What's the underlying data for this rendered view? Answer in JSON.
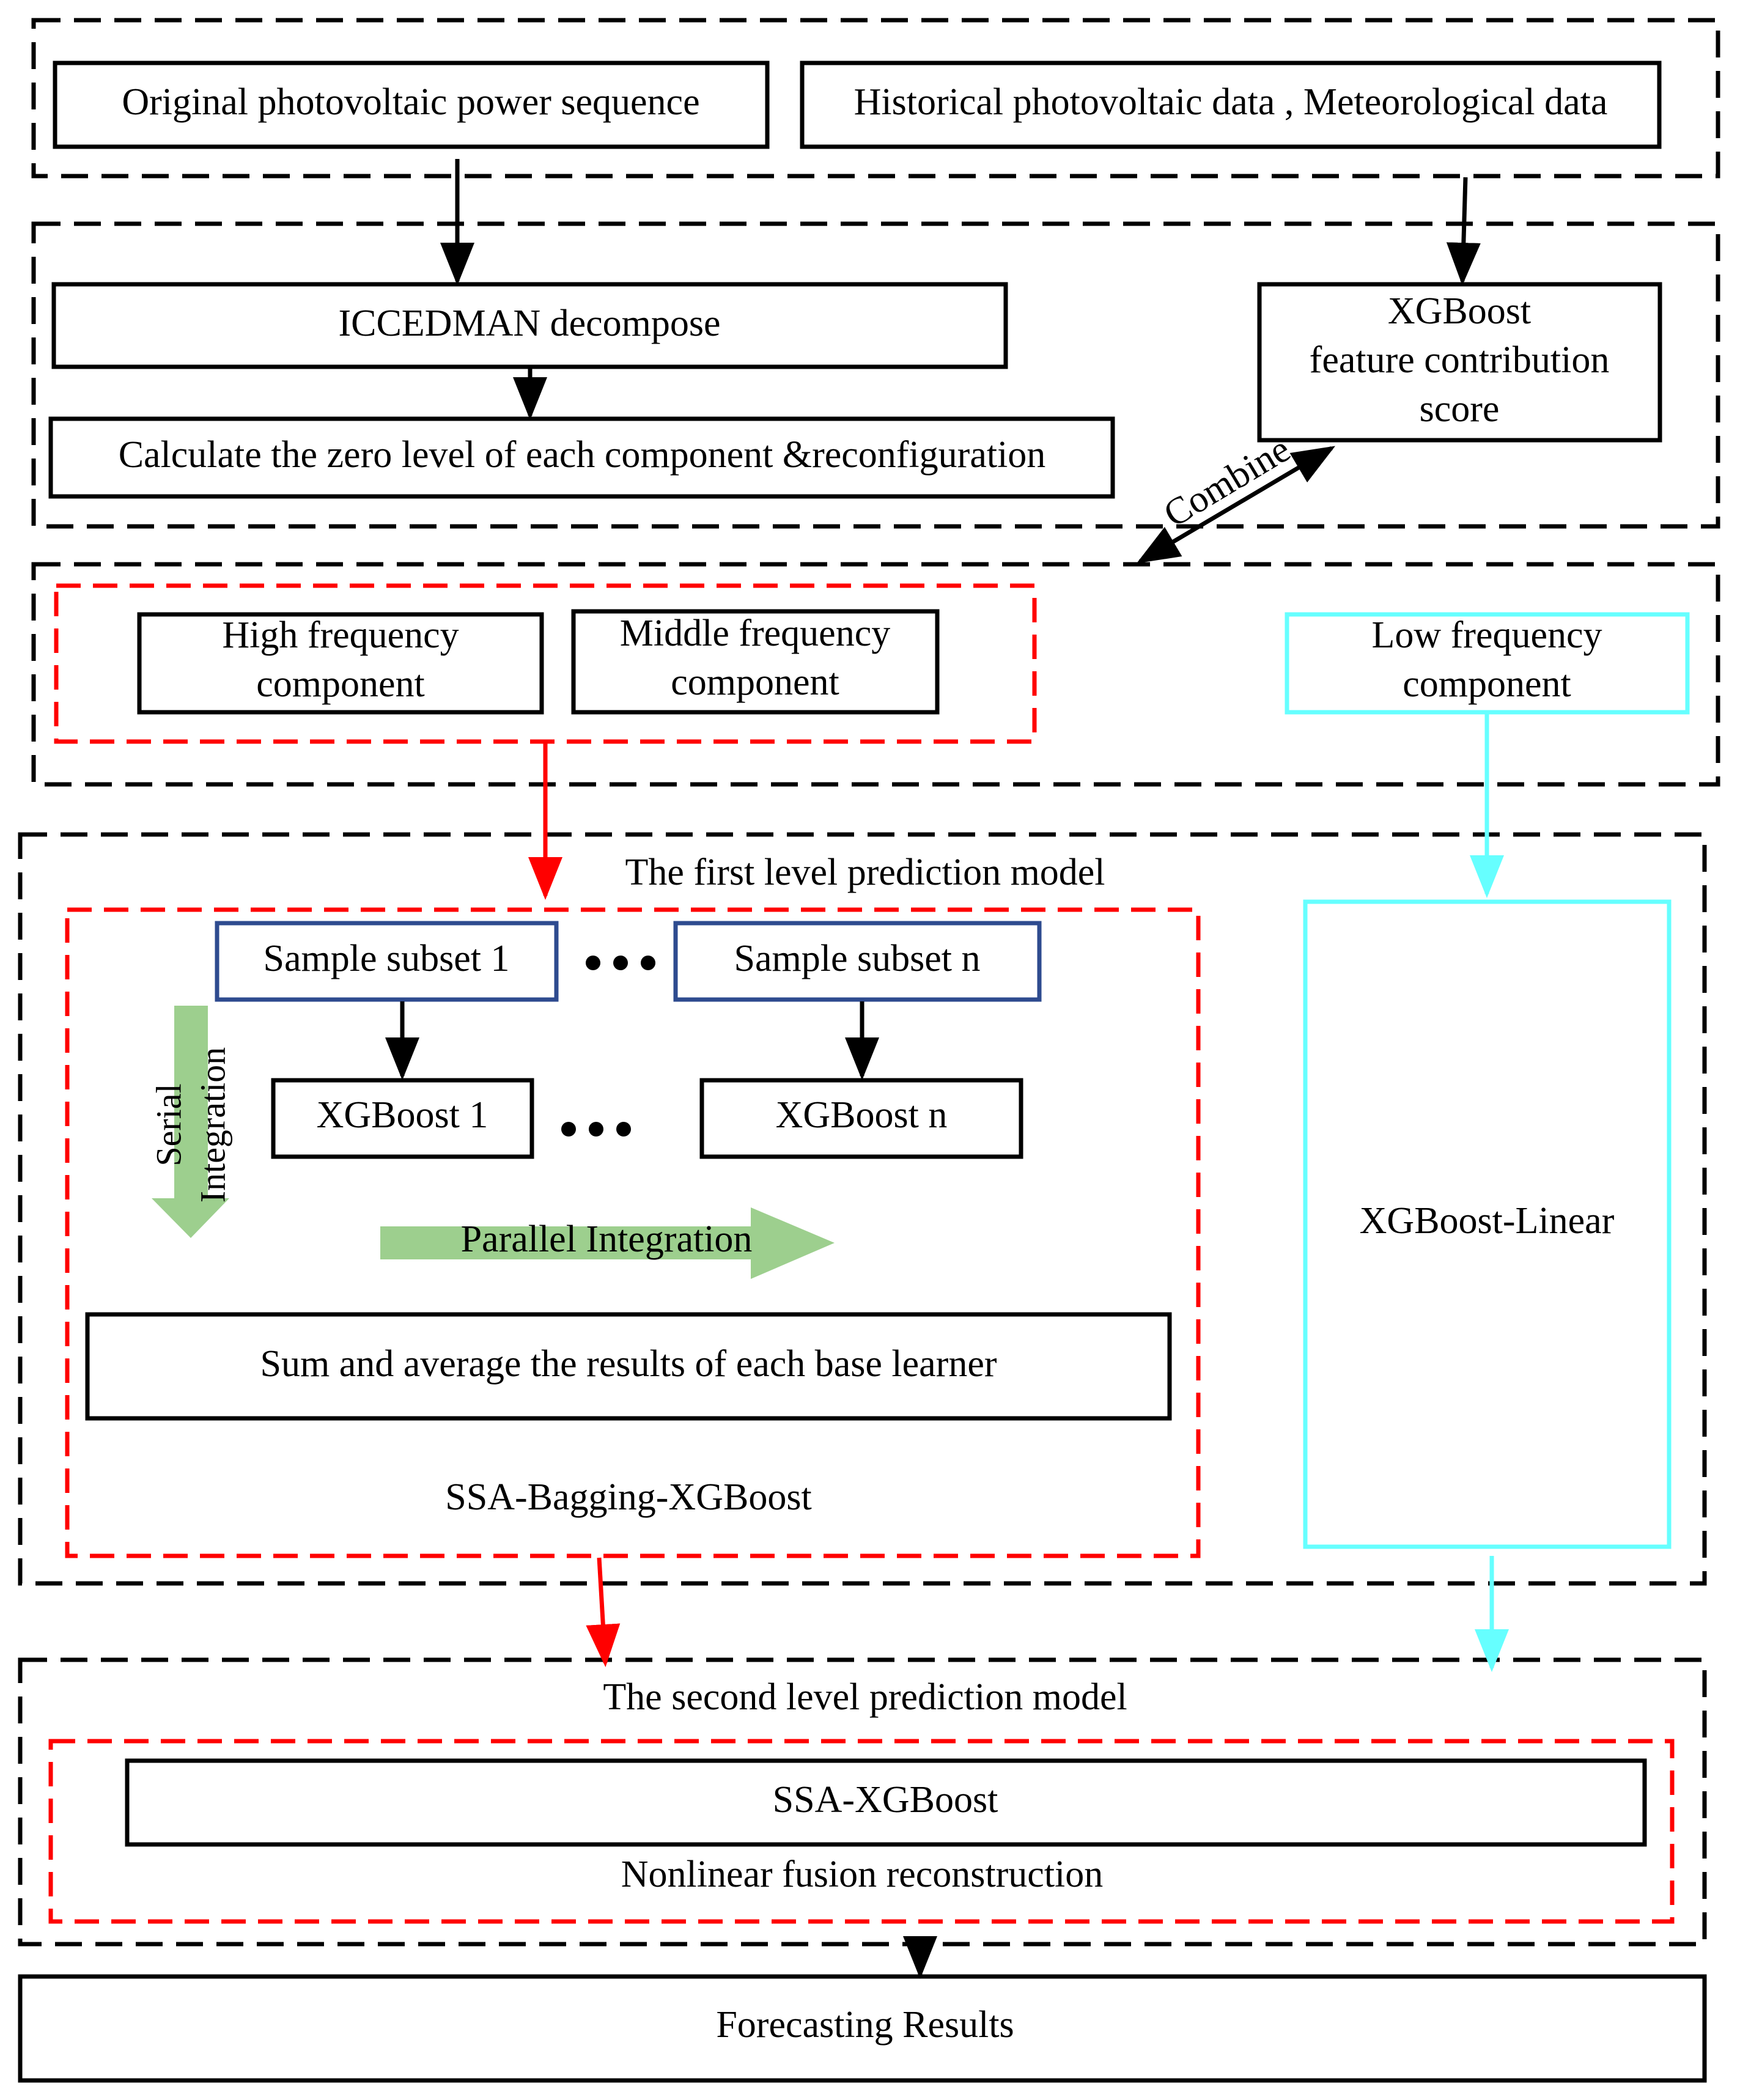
{
  "colors": {
    "black": "#000000",
    "red": "#ff0000",
    "cyan": "#66ffff",
    "navy": "#2e4b8f",
    "green": "#9dcf8e"
  },
  "inputs": {
    "original_sequence": "Original photovoltaic power sequence",
    "historical_data": "Historical photovoltaic data , Meteorological data"
  },
  "decomposition": {
    "decompose": "ICCEDMAN decompose",
    "zero_level": "Calculate the zero level of  each component &reconfiguration",
    "xgboost_line1": "XGBoost",
    "xgboost_line2": "feature contribution",
    "xgboost_line3": "score",
    "combine_label": "Combine"
  },
  "components": {
    "high_line1": "High frequency",
    "high_line2": "component",
    "middle_line1": "Middle frequency",
    "middle_line2": "component",
    "low_line1": "Low frequency",
    "low_line2": "component"
  },
  "first_level": {
    "title": "The first level prediction model",
    "subset_1": "Sample subset 1",
    "subset_n": "Sample subset n",
    "xgboost_1": "XGBoost 1",
    "xgboost_n": "XGBoost n",
    "serial_line1": "Serial",
    "serial_line2": "Integration",
    "parallel": "Parallel Integration",
    "sum_average": "Sum and average the results of each base learner",
    "bagging_label": "SSA-Bagging-XGBoost",
    "linear_model": "XGBoost-Linear"
  },
  "second_level": {
    "title": "The second level prediction model",
    "ssa_xgboost": "SSA-XGBoost",
    "fusion": "Nonlinear fusion reconstruction"
  },
  "output": {
    "results": "Forecasting Results"
  }
}
